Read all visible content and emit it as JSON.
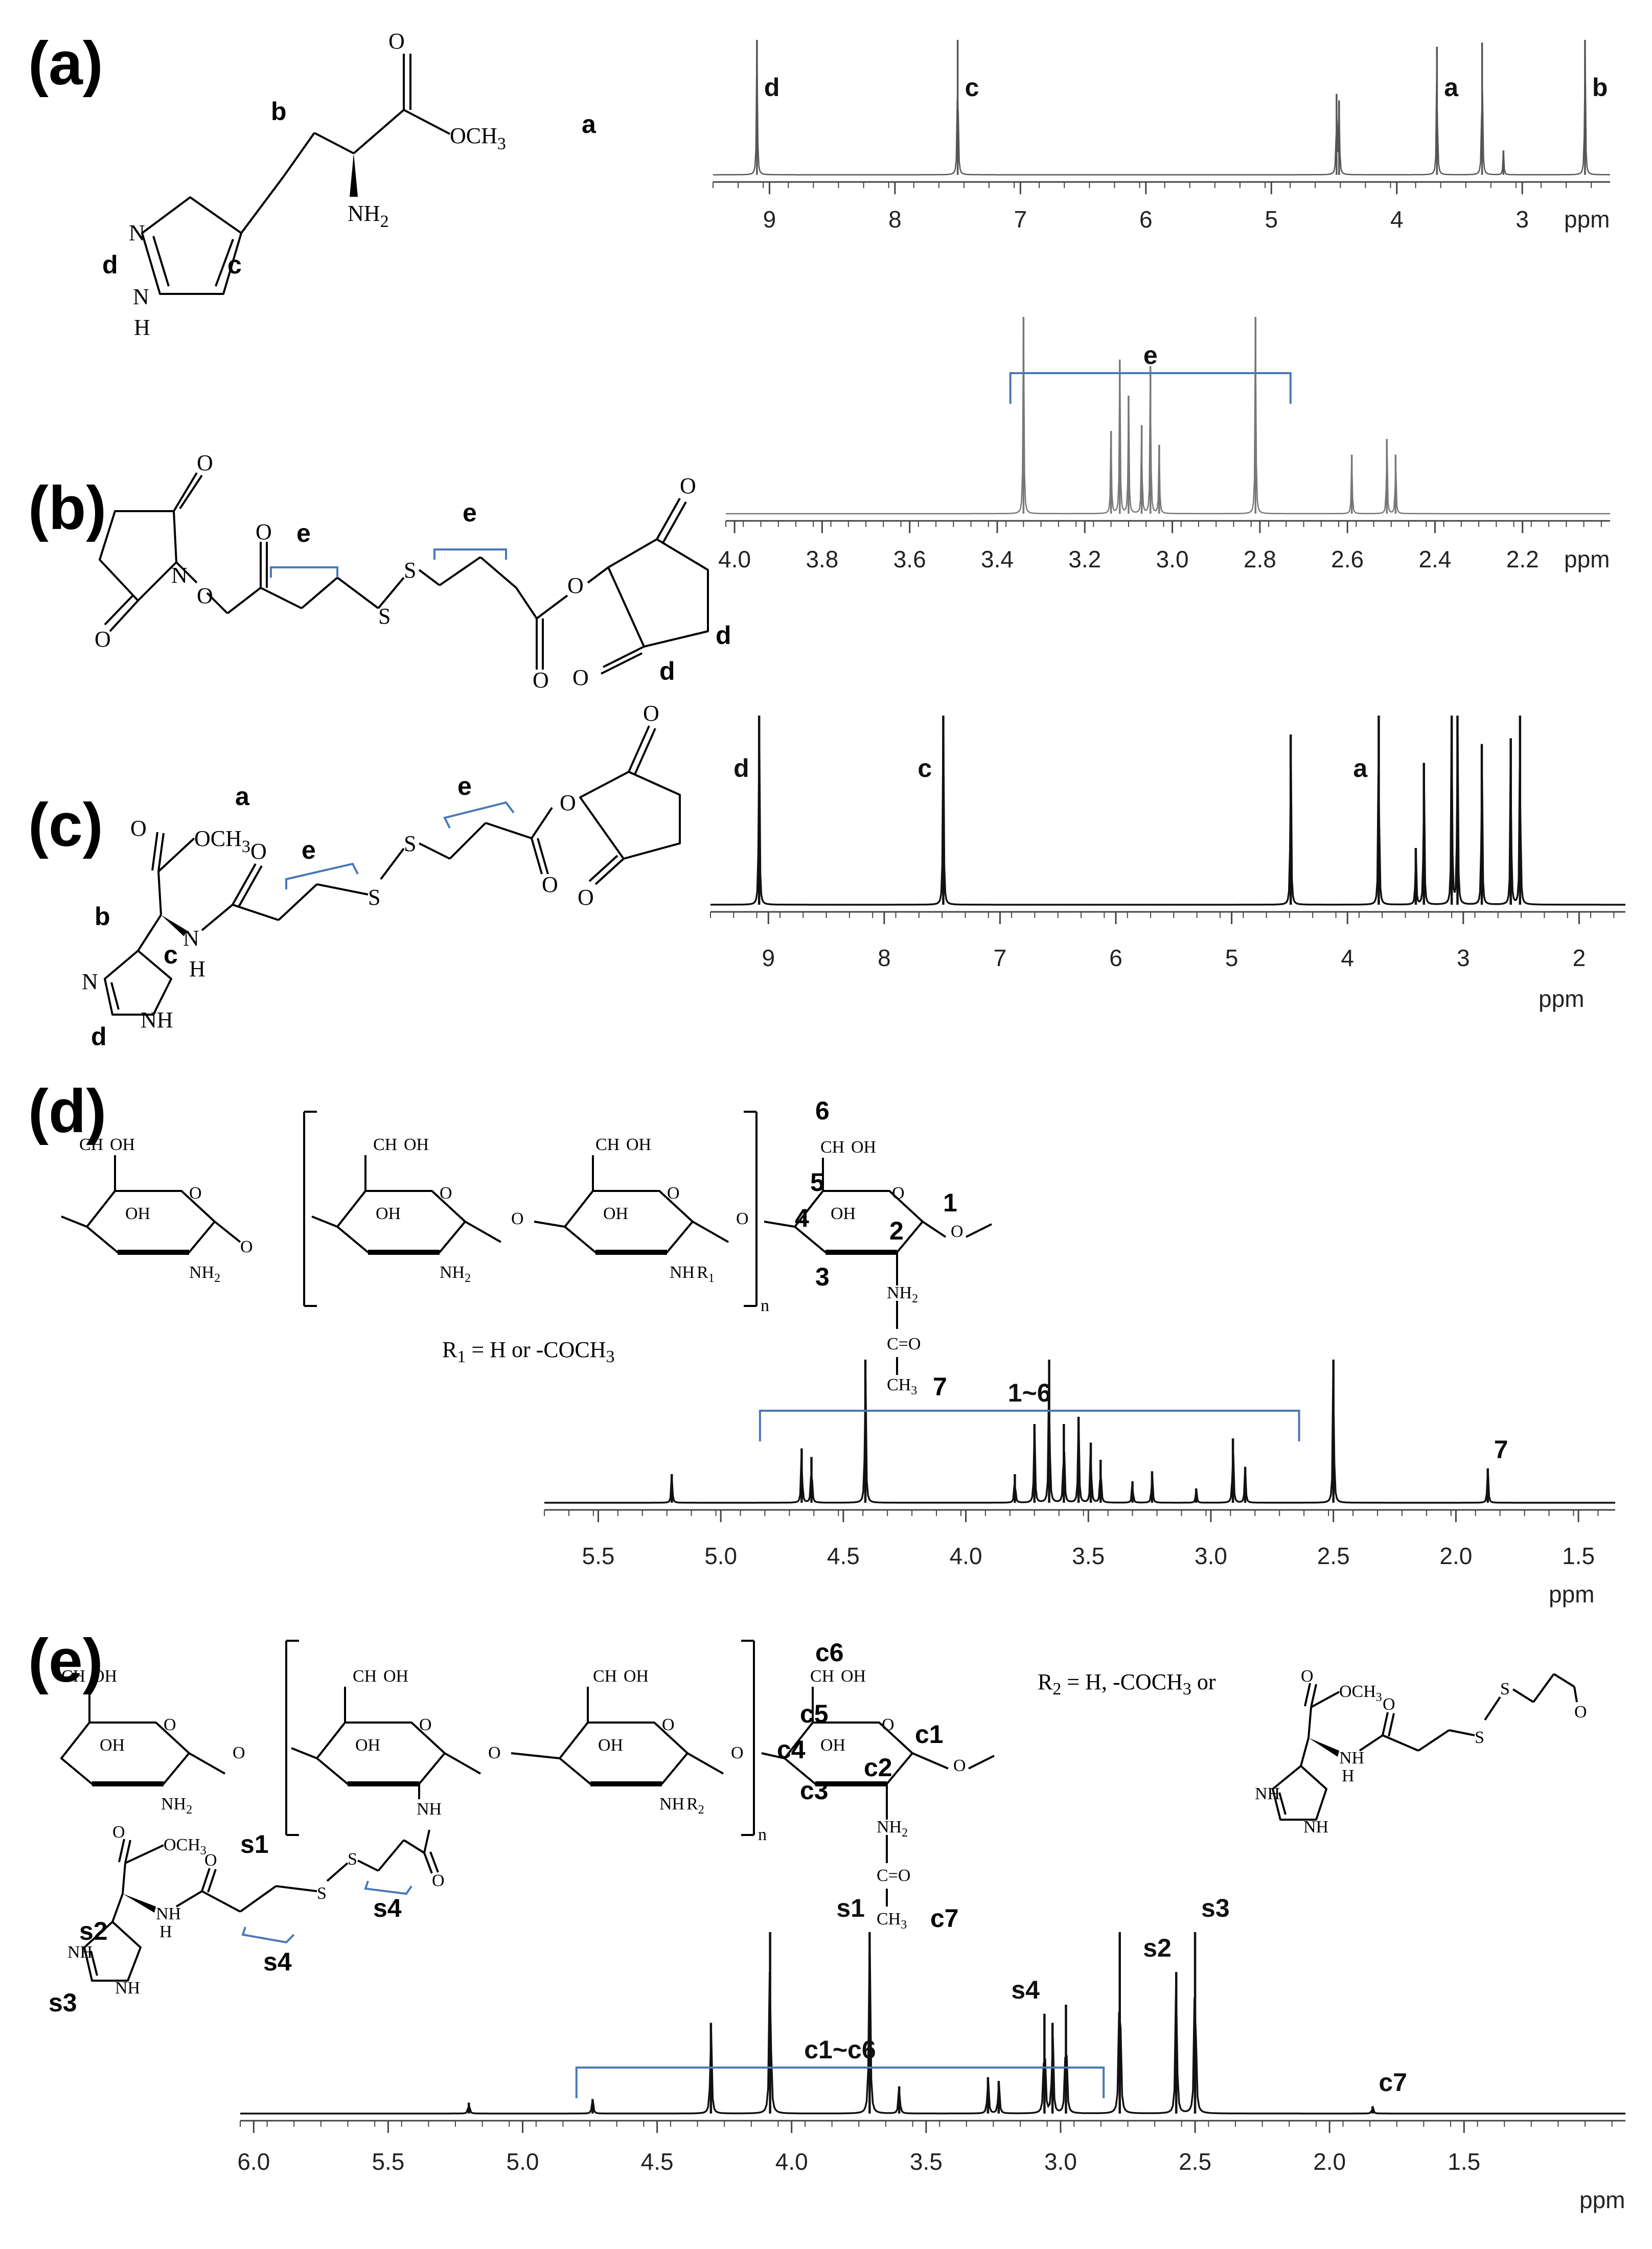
{
  "chart_data": [
    {
      "panel": "(a)",
      "type": "line",
      "xlabel": "ppm",
      "xlim": [
        9.45,
        2.3
      ],
      "xticks": [
        9,
        8,
        7,
        6,
        5,
        4,
        3
      ],
      "color": "#555555",
      "peaks": [
        {
          "ppm": 9.1,
          "height": 1.0,
          "label": "d"
        },
        {
          "ppm": 7.5,
          "height": 1.0,
          "label": "c"
        },
        {
          "ppm": 4.48,
          "height": 0.6,
          "label": ""
        },
        {
          "ppm": 4.46,
          "height": 0.55,
          "label": ""
        },
        {
          "ppm": 3.68,
          "height": 0.95,
          "label": "a"
        },
        {
          "ppm": 3.32,
          "height": 0.98,
          "label": ""
        },
        {
          "ppm": 3.15,
          "height": 0.18,
          "label": ""
        },
        {
          "ppm": 2.5,
          "height": 1.0,
          "label": "b"
        }
      ],
      "bracket": null,
      "labels": {
        "a": "a",
        "b": "b",
        "c": "c",
        "d": "d"
      }
    },
    {
      "panel": "(b)",
      "type": "line",
      "xlabel": "ppm",
      "xlim": [
        4.02,
        2.0
      ],
      "xticks": [
        4.0,
        3.8,
        3.6,
        3.4,
        3.2,
        3.0,
        2.8,
        2.6,
        2.4,
        2.2
      ],
      "color": "#777777",
      "peaks": [
        {
          "ppm": 3.34,
          "height": 1.0,
          "label": ""
        },
        {
          "ppm": 3.14,
          "height": 0.42,
          "label": ""
        },
        {
          "ppm": 3.12,
          "height": 0.78,
          "label": ""
        },
        {
          "ppm": 3.1,
          "height": 0.6,
          "label": ""
        },
        {
          "ppm": 3.07,
          "height": 0.45,
          "label": ""
        },
        {
          "ppm": 3.05,
          "height": 0.75,
          "label": ""
        },
        {
          "ppm": 3.03,
          "height": 0.35,
          "label": ""
        },
        {
          "ppm": 2.81,
          "height": 1.0,
          "label": ""
        },
        {
          "ppm": 2.59,
          "height": 0.3,
          "label": ""
        },
        {
          "ppm": 2.51,
          "height": 0.38,
          "label": ""
        },
        {
          "ppm": 2.49,
          "height": 0.3,
          "label": ""
        }
      ],
      "bracket": {
        "from": 3.37,
        "to": 2.73,
        "label": "e"
      },
      "labels": {
        "e": "e"
      }
    },
    {
      "panel": "(c)",
      "type": "line",
      "xlabel": "ppm",
      "xlim": [
        9.5,
        1.6
      ],
      "xticks": [
        9,
        8,
        7,
        6,
        5,
        4,
        3,
        2
      ],
      "color": "#111111",
      "peaks": [
        {
          "ppm": 9.08,
          "height": 1.0,
          "label": "d"
        },
        {
          "ppm": 7.49,
          "height": 1.0,
          "label": "c"
        },
        {
          "ppm": 4.49,
          "height": 0.9,
          "label": ""
        },
        {
          "ppm": 3.73,
          "height": 1.0,
          "label": "a"
        },
        {
          "ppm": 3.41,
          "height": 0.3,
          "label": ""
        },
        {
          "ppm": 3.34,
          "height": 0.75,
          "label": ""
        },
        {
          "ppm": 3.1,
          "height": 1.0,
          "label": ""
        },
        {
          "ppm": 3.05,
          "height": 1.0,
          "label": ""
        },
        {
          "ppm": 2.84,
          "height": 0.85,
          "label": ""
        },
        {
          "ppm": 2.59,
          "height": 0.88,
          "label": ""
        },
        {
          "ppm": 2.51,
          "height": 1.0,
          "label": ""
        }
      ],
      "bracket": null,
      "labels": {
        "a": "a",
        "b": "b",
        "d": "d",
        "e": "e",
        "c": "c"
      }
    },
    {
      "panel": "(d)",
      "type": "line",
      "xlabel": "ppm",
      "xlim": [
        5.72,
        1.35
      ],
      "xticks": [
        5.5,
        5.0,
        4.5,
        4.0,
        3.5,
        3.0,
        2.5,
        2.0,
        1.5
      ],
      "color": "#111111",
      "peaks": [
        {
          "ppm": 5.2,
          "height": 0.2,
          "label": ""
        },
        {
          "ppm": 4.67,
          "height": 0.38,
          "label": ""
        },
        {
          "ppm": 4.63,
          "height": 0.32,
          "label": ""
        },
        {
          "ppm": 4.41,
          "height": 1.0,
          "label": ""
        },
        {
          "ppm": 3.8,
          "height": 0.2,
          "label": ""
        },
        {
          "ppm": 3.72,
          "height": 0.55,
          "label": ""
        },
        {
          "ppm": 3.66,
          "height": 1.0,
          "label": ""
        },
        {
          "ppm": 3.6,
          "height": 0.55,
          "label": ""
        },
        {
          "ppm": 3.54,
          "height": 0.6,
          "label": ""
        },
        {
          "ppm": 3.49,
          "height": 0.42,
          "label": ""
        },
        {
          "ppm": 3.45,
          "height": 0.3,
          "label": ""
        },
        {
          "ppm": 3.32,
          "height": 0.15,
          "label": ""
        },
        {
          "ppm": 3.24,
          "height": 0.22,
          "label": ""
        },
        {
          "ppm": 3.06,
          "height": 0.1,
          "label": ""
        },
        {
          "ppm": 2.91,
          "height": 0.45,
          "label": ""
        },
        {
          "ppm": 2.86,
          "height": 0.25,
          "label": ""
        },
        {
          "ppm": 2.5,
          "height": 1.0,
          "label": ""
        },
        {
          "ppm": 1.87,
          "height": 0.24,
          "label": "7"
        }
      ],
      "bracket": {
        "from": 4.84,
        "to": 2.64,
        "label": "1~6"
      },
      "labels": {
        "7": "7"
      }
    },
    {
      "panel": "(e)",
      "type": "line",
      "xlabel": "ppm",
      "xlim": [
        6.05,
        0.9
      ],
      "xticks": [
        6.0,
        5.5,
        5.0,
        4.5,
        4.0,
        3.5,
        3.0,
        2.5,
        2.0,
        1.5
      ],
      "color": "#111111",
      "peaks": [
        {
          "ppm": 5.2,
          "height": 0.06,
          "label": ""
        },
        {
          "ppm": 4.74,
          "height": 0.08,
          "label": ""
        },
        {
          "ppm": 4.3,
          "height": 0.5,
          "label": ""
        },
        {
          "ppm": 4.08,
          "height": 1.0,
          "label": ""
        },
        {
          "ppm": 3.71,
          "height": 1.0,
          "label": "s1"
        },
        {
          "ppm": 3.6,
          "height": 0.15,
          "label": ""
        },
        {
          "ppm": 3.27,
          "height": 0.2,
          "label": ""
        },
        {
          "ppm": 3.23,
          "height": 0.18,
          "label": ""
        },
        {
          "ppm": 3.06,
          "height": 0.55,
          "label": "s4"
        },
        {
          "ppm": 3.03,
          "height": 0.5,
          "label": ""
        },
        {
          "ppm": 2.98,
          "height": 0.6,
          "label": ""
        },
        {
          "ppm": 2.78,
          "height": 1.0,
          "label": ""
        },
        {
          "ppm": 2.57,
          "height": 0.78,
          "label": "s2"
        },
        {
          "ppm": 2.5,
          "height": 1.0,
          "label": "s3"
        },
        {
          "ppm": 1.84,
          "height": 0.04,
          "label": "c7"
        }
      ],
      "bracket": {
        "from": 4.8,
        "to": 2.84,
        "label": "c1~c6"
      },
      "labels": {}
    }
  ],
  "molecules": {
    "a": {
      "ome": "OCH",
      "ome_sub": "3",
      "o": "O",
      "nh2": "NH",
      "nh2_sub": "2",
      "n": "N",
      "nh": "N",
      "h": "H",
      "a": "a",
      "b": "b",
      "c": "c",
      "d": "d"
    },
    "b": {
      "o": "O",
      "n": "N",
      "s": "S",
      "d": "d",
      "e": "e"
    },
    "c": {
      "ome": "OCH",
      "ome_sub": "3",
      "o": "O",
      "n": "N",
      "nh": "NH",
      "h": "H",
      "hn": "N",
      "s": "S",
      "a": "a",
      "b": "b",
      "c": "c",
      "d": "d",
      "e": "e"
    },
    "d": {
      "ch2oh": "CH",
      "ch2oh_sub": "2",
      "ch2oh_tail": "OH",
      "oh": "OH",
      "o": "O",
      "nh2": "NH",
      "nh2_sub": "2",
      "nhr": "NH",
      "r1": "R",
      "r1_sub": "1",
      "n": "n",
      "co": "C=O",
      "ch3": "CH",
      "ch3_sub": "3",
      "r1_def": "R",
      "r1_def_sub": "1",
      "r1_def_tail": " = H or -COCH",
      "r1_def_tail_sub": "3",
      "num1": "1",
      "num2": "2",
      "num3": "3",
      "num4": "4",
      "num5": "5",
      "num6": "6",
      "num7": "7"
    },
    "e": {
      "ch2oh": "CH",
      "ch2oh_sub": "2",
      "ch2oh_tail": "OH",
      "oh": "OH",
      "o": "O",
      "nh2": "NH",
      "nh2_sub": "2",
      "nh": "NH",
      "nhr": "NH",
      "r2": "R",
      "r2_sub": "2",
      "n": "n",
      "co": "C=O",
      "ch3": "CH",
      "ch3_sub": "3",
      "ome": "OCH",
      "ome_sub": "3",
      "h": "H",
      "s": "S",
      "r2_def": "R",
      "r2_def_sub": "2",
      "r2_def_tail": " = H, -COCH",
      "r2_def_tail2": " or",
      "c1": "c1",
      "c2": "c2",
      "c3": "c3",
      "c4": "c4",
      "c5": "c5",
      "c6": "c6",
      "c7": "c7",
      "s1": "s1",
      "s2": "s2",
      "s3": "s3",
      "s4": "s4"
    }
  }
}
